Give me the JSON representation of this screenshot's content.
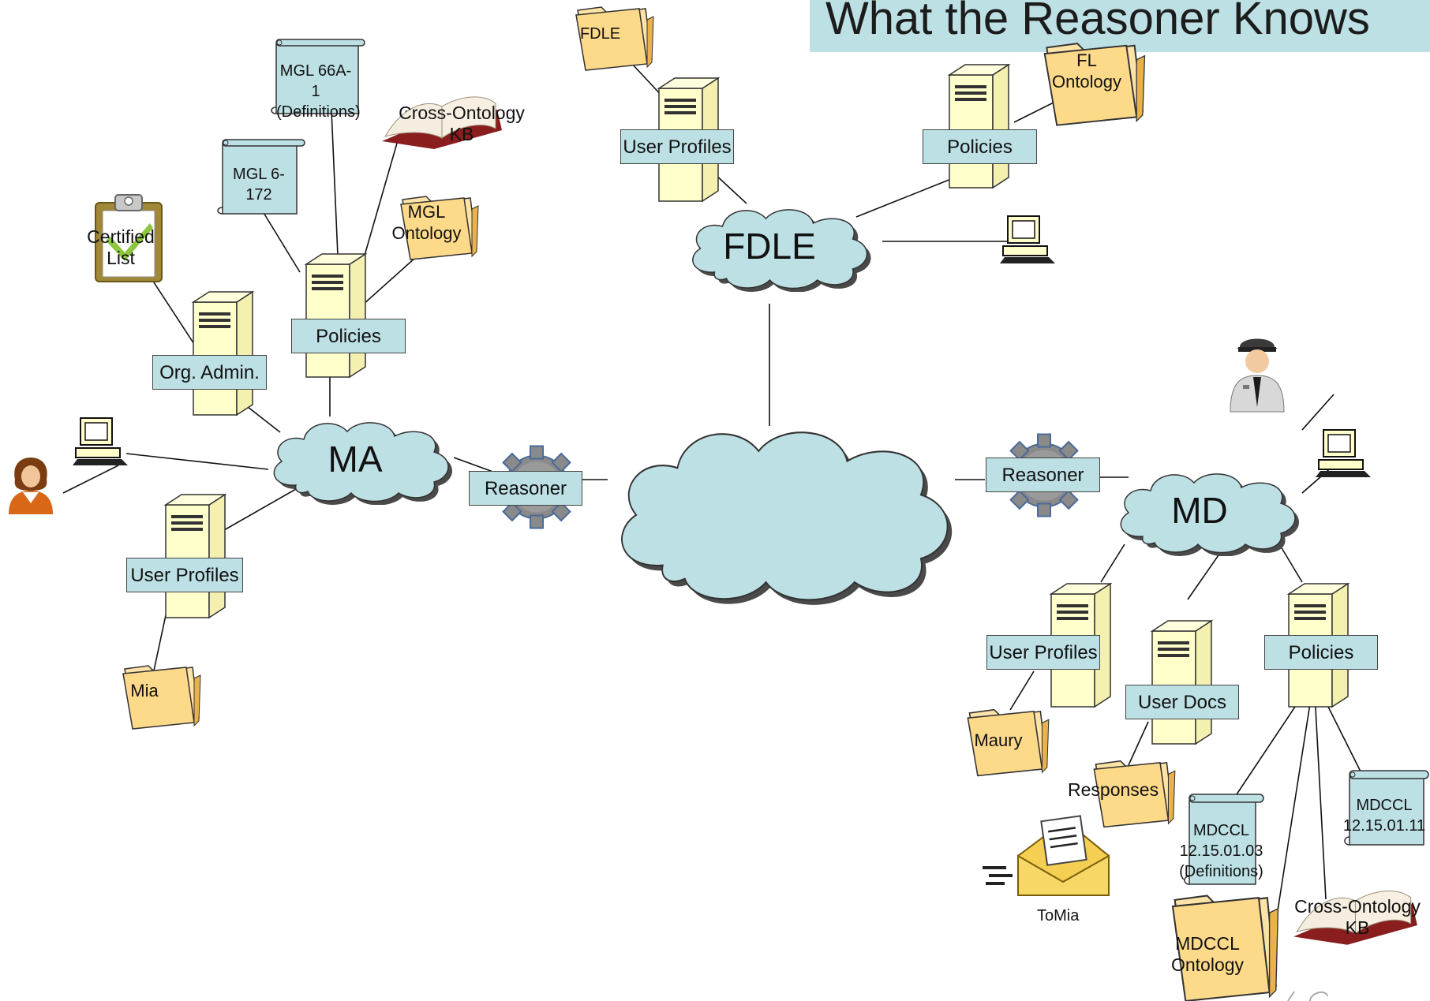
{
  "title": "What the Reasoner Knows",
  "clouds": {
    "ma": "MA",
    "fdle": "FDLE",
    "md": "MD",
    "internet": ""
  },
  "ma_site": {
    "org_admin": "Org. Admin.",
    "policies": "Policies",
    "user_profiles": "User Profiles",
    "reasoner": "Reasoner",
    "certified_list": "Certified List",
    "mgl_66a1": "MGL 66A-1 (Definitions)",
    "mgl_6172": "MGL 6-172",
    "cross_ontology_kb": "Cross-Ontology KB",
    "mgl_ontology": "MGL Ontology",
    "mia_folder": "Mia"
  },
  "fdle_site": {
    "fdle_folder": "FDLE",
    "user_profiles": "User Profiles",
    "policies": "Policies",
    "fl_ontology": "FL Ontology"
  },
  "md_site": {
    "reasoner": "Reasoner",
    "user_profiles": "User Profiles",
    "user_docs": "User Docs",
    "policies": "Policies",
    "maury_folder": "Maury",
    "responses_folder": "Responses",
    "to_mia": "ToMia",
    "mdccl_definitions": "MDCCL 12.15.01.03 (Definitions)",
    "mdccl_11": "MDCCL 12.15.01.11",
    "mdccl_ontology": "MDCCL Ontology",
    "cross_ontology_kb": "Cross-Ontology KB"
  },
  "colors": {
    "cloud_fill": "#bde0e4",
    "label_fill": "#bde0e4",
    "server_fill": "#ffffcc",
    "folder_fill": "#fde3a7"
  }
}
